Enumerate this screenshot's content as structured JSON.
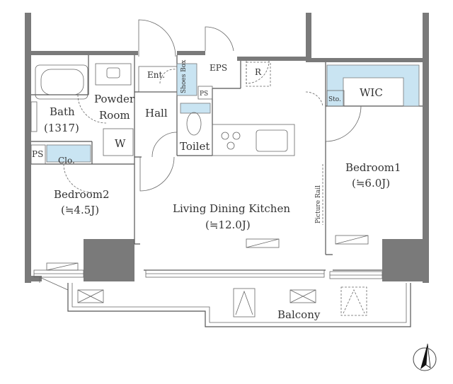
{
  "rooms": {
    "ent": "Ent.",
    "shoes_box": "Shoes Box",
    "eps": "EPS",
    "r": "R",
    "ps_top": "PS",
    "bath": "Bath",
    "bath_size": "(1317)",
    "powder": "Powder",
    "powder_room": "Room",
    "hall": "Hall",
    "w": "W",
    "toilet": "Toilet",
    "ps_left": "PS",
    "clo": "Clo.",
    "sto": "Sto.",
    "wic": "WIC",
    "bedroom1": "Bedroom1",
    "bedroom1_size": "(≒6.0J)",
    "bedroom2": "Bedroom2",
    "bedroom2_size": "(≒4.5J)",
    "ldk": "Living Dining Kitchen",
    "ldk_size": "(≒12.0J)",
    "picture_rail": "Picture Rail",
    "balcony": "Balcony"
  },
  "icons": {
    "north": "north-arrow-icon"
  }
}
